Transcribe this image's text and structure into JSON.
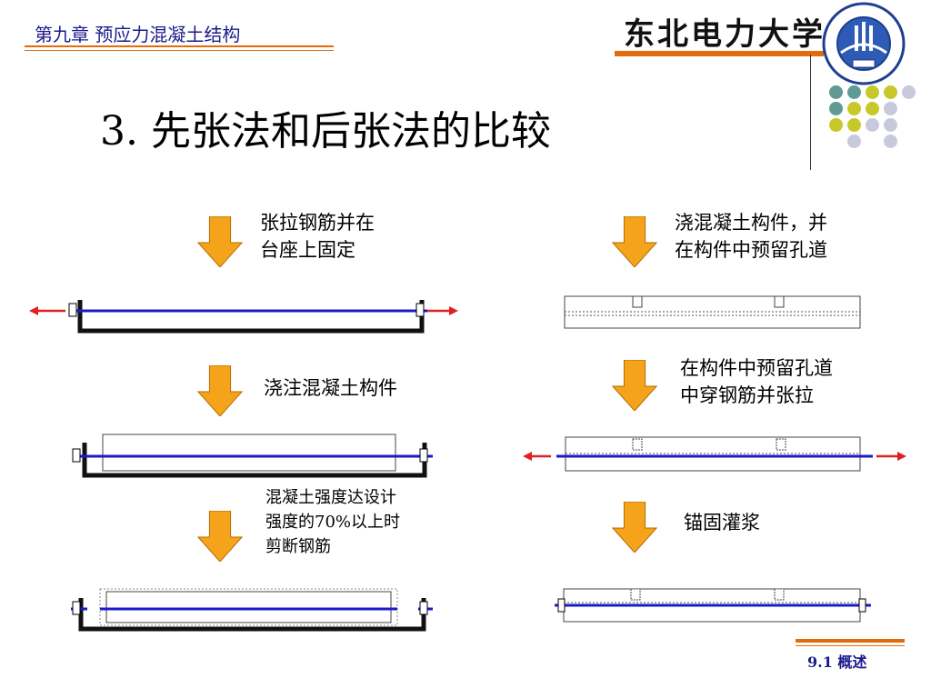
{
  "header": {
    "chapter": "第九章 预应力混凝土结构",
    "university_name": "东北电力大学",
    "accent_color": "#e26b0a",
    "title_color": "#1b1b8c"
  },
  "slide": {
    "title": "3. 先张法和后张法的比较"
  },
  "pretension": {
    "step1": "张拉钢筋并在\n台座上固定",
    "step2": "浇注混凝土构件",
    "step3": "混凝土强度达设计\n强度的70%以上时\n剪断钢筋"
  },
  "posttension": {
    "step1": "浇混凝土构件，并\n在构件中预留孔道",
    "step2": "在构件中预留孔道\n中穿钢筋并张拉",
    "step3": "锚固灌浆"
  },
  "footer": {
    "section": "9.1 概述"
  },
  "colors": {
    "arrow_fill": "#f5a31a",
    "tendon": "#1a1acc",
    "force_arrow": "#e02020",
    "bed": "#111111"
  }
}
